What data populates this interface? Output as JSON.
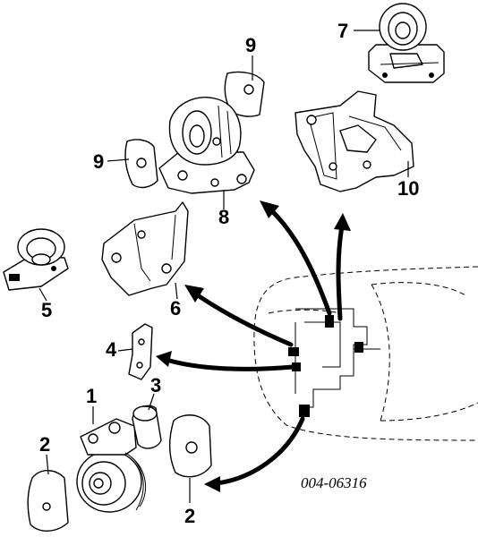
{
  "callouts": {
    "c1": "1",
    "c2a": "2",
    "c2b": "2",
    "c3": "3",
    "c4": "4",
    "c5": "5",
    "c6": "6",
    "c7": "7",
    "c8": "8",
    "c9a": "9",
    "c9b": "9",
    "c10": "10"
  },
  "diagram_code": "004-06316",
  "colors": {
    "line": "#000000",
    "background": "#ffffff"
  }
}
